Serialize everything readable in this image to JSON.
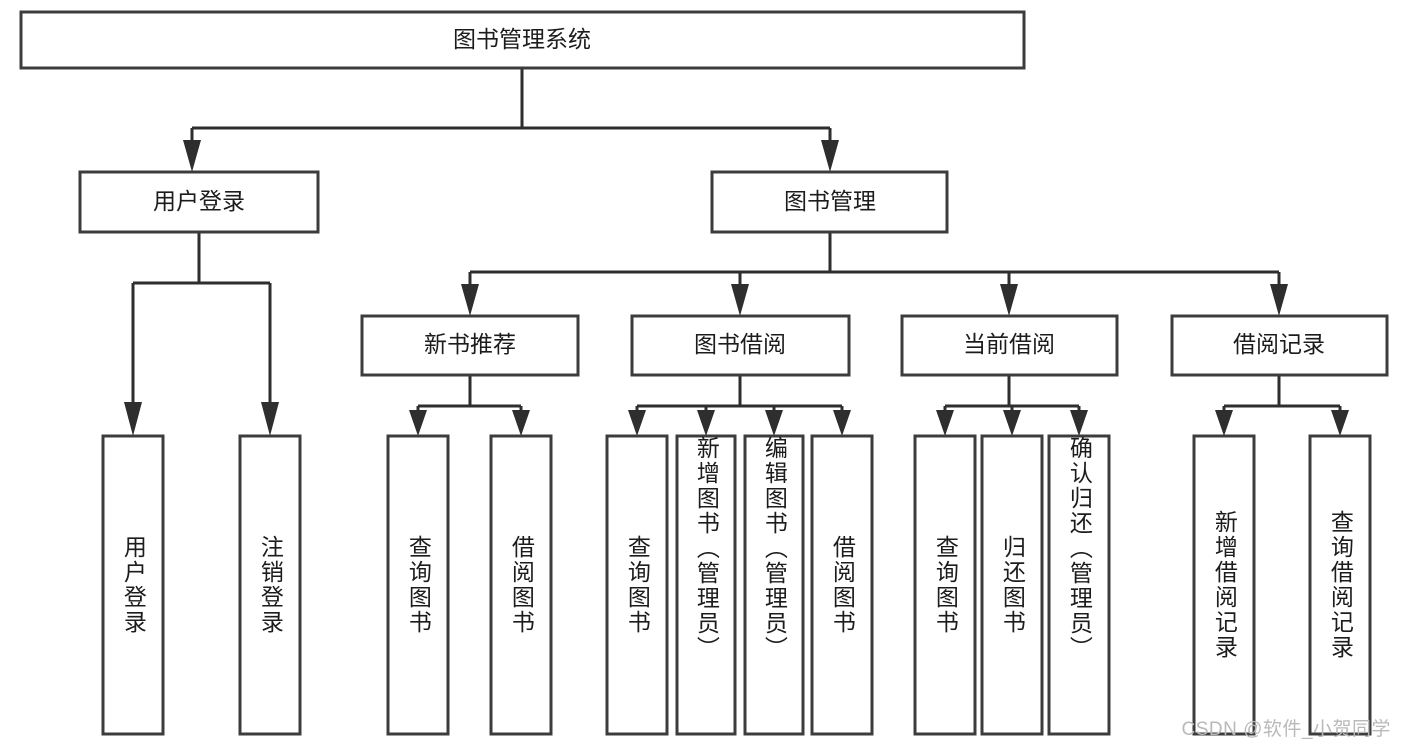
{
  "diagram": {
    "type": "hierarchy-tree",
    "title": "图书管理系统",
    "watermark": "CSDN @软件_小贺同学",
    "colors": {
      "box_stroke": "#3c3c3c",
      "connector": "#2e2e2e",
      "background": "#ffffff",
      "text": "#1c1c1c",
      "watermark": "#b9b9b9"
    },
    "root": {
      "label": "图书管理系统"
    },
    "level2": [
      {
        "label": "用户登录"
      },
      {
        "label": "图书管理"
      }
    ],
    "level3": [
      {
        "label": "新书推荐"
      },
      {
        "label": "图书借阅"
      },
      {
        "label": "当前借阅"
      },
      {
        "label": "借阅记录"
      }
    ],
    "leaves": {
      "user_login": [
        {
          "label": "用户登录"
        },
        {
          "label": "注销登录"
        }
      ],
      "new_book_recommend": [
        {
          "label": "查询图书"
        },
        {
          "label": "借阅图书"
        }
      ],
      "book_borrow": [
        {
          "label": "查询图书"
        },
        {
          "label": "新增图书（管理员）"
        },
        {
          "label": "编辑图书（管理员）"
        },
        {
          "label": "借阅图书"
        }
      ],
      "current_borrow": [
        {
          "label": "查询图书"
        },
        {
          "label": "归还图书"
        },
        {
          "label": "确认归还（管理员）"
        }
      ],
      "borrow_record": [
        {
          "label": "新增借阅记录"
        },
        {
          "label": "查询借阅记录"
        }
      ]
    }
  }
}
